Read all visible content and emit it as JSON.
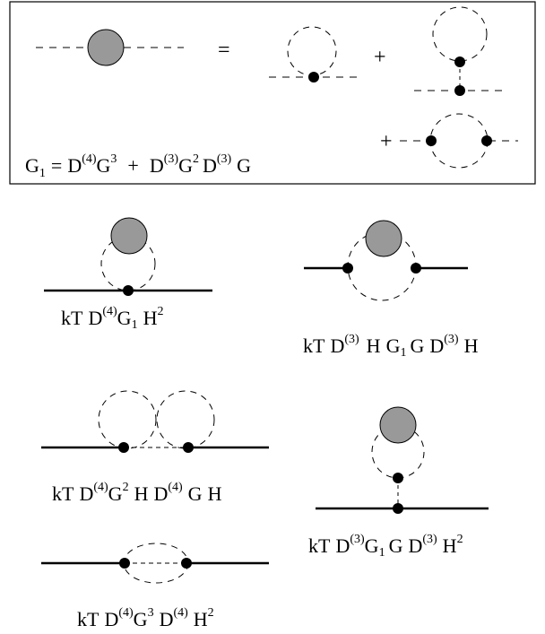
{
  "colors": {
    "blob": "#999999",
    "line": "#000000",
    "background": "#ffffff"
  },
  "box": {
    "equals_sign": "=",
    "plus_signs": [
      "+",
      "+"
    ],
    "equation": {
      "lhs": "G",
      "lhs_sub": "1",
      "eq": "=",
      "t1_d": "D",
      "t1_d_sup": "(4)",
      "t1_g": "G",
      "t1_g_sup": "3",
      "plus": "+",
      "t2_d": "D",
      "t2_d_sup": "(3)",
      "t2_g": "G",
      "t2_g_sup": "2",
      "t2_d2": "D",
      "t2_d2_sup": "(3)",
      "t2_g2": "G"
    }
  },
  "labels": {
    "d1": {
      "kt": "kT",
      "d": "D",
      "d_sup": "(4)",
      "g": "G",
      "g_sub": "1",
      "h": "H",
      "h_sup": "2"
    },
    "d2": {
      "kt": "kT",
      "d": "D",
      "d_sup": "(3)",
      "h": "H",
      "g": "G",
      "g_sub": "1",
      "g2": "G",
      "d2": "D",
      "d2_sup": "(3)",
      "h2": "H"
    },
    "d3": {
      "kt": "kT",
      "d": "D",
      "d_sup": "(4)",
      "g": "G",
      "g_sup": "2",
      "h": "H",
      "d2": "D",
      "d2_sup": "(4)",
      "g2": "G",
      "h2": "H"
    },
    "d4": {
      "kt": "kT",
      "d": "D",
      "d_sup": "(3)",
      "g": "G",
      "g_sub": "1",
      "g2": "G",
      "d2": "D",
      "d2_sup": "(3)",
      "h": "H",
      "h_sup": "2"
    },
    "d5": {
      "kt": "kT",
      "d": "D",
      "d_sup": "(4)",
      "g": "G",
      "g_sup": "3",
      "d2": "D",
      "d2_sup": "(4)",
      "h": "H",
      "h_sup": "2"
    }
  }
}
